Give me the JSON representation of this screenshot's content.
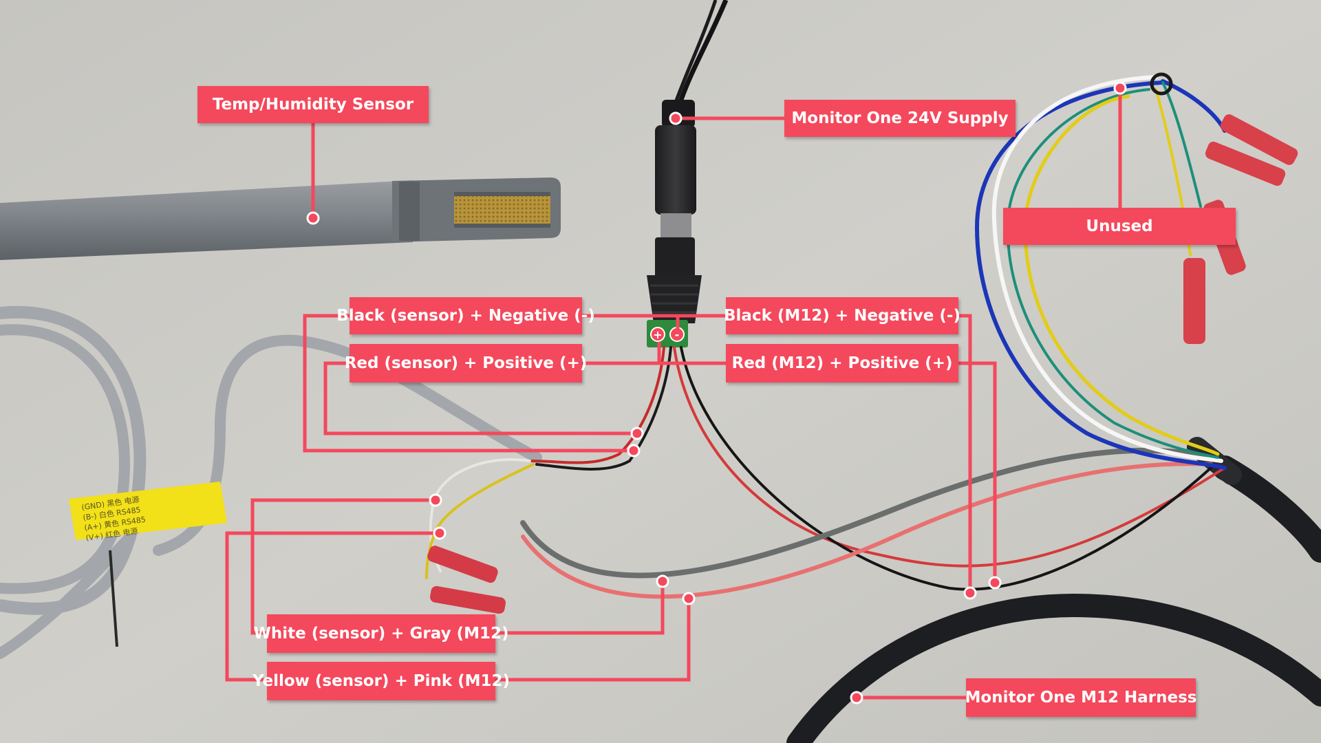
{
  "colors": {
    "label_bg": "#f4485c",
    "label_text": "#ffffff",
    "leader_line": "#f4485c",
    "background": "#c9c8c3"
  },
  "labels": {
    "temp_humidity_sensor": "Temp/Humidity Sensor",
    "monitor_one_24v_supply": "Monitor One 24V Supply",
    "unused": "Unused",
    "black_sensor_negative": "Black (sensor) + Negative (-)",
    "red_sensor_positive": "Red (sensor) + Positive (+)",
    "black_m12_negative": "Black (M12) + Negative (-)",
    "red_m12_positive": "Red (M12) + Positive (+)",
    "white_sensor_gray_m12": "White (sensor) + Gray (M12)",
    "yellow_sensor_pink_m12": "Yellow (sensor) + Pink (M12)",
    "monitor_one_m12_harness": "Monitor One M12 Harness"
  },
  "terminal": {
    "plus_symbol": "+",
    "minus_symbol": "-"
  },
  "sensor_tag": {
    "line1": "(GND) 黑色 电源",
    "line2": "(B-) 白色 RS485",
    "line3": "(A+) 黄色 RS485",
    "line4": "(V+) 红色 电源"
  }
}
